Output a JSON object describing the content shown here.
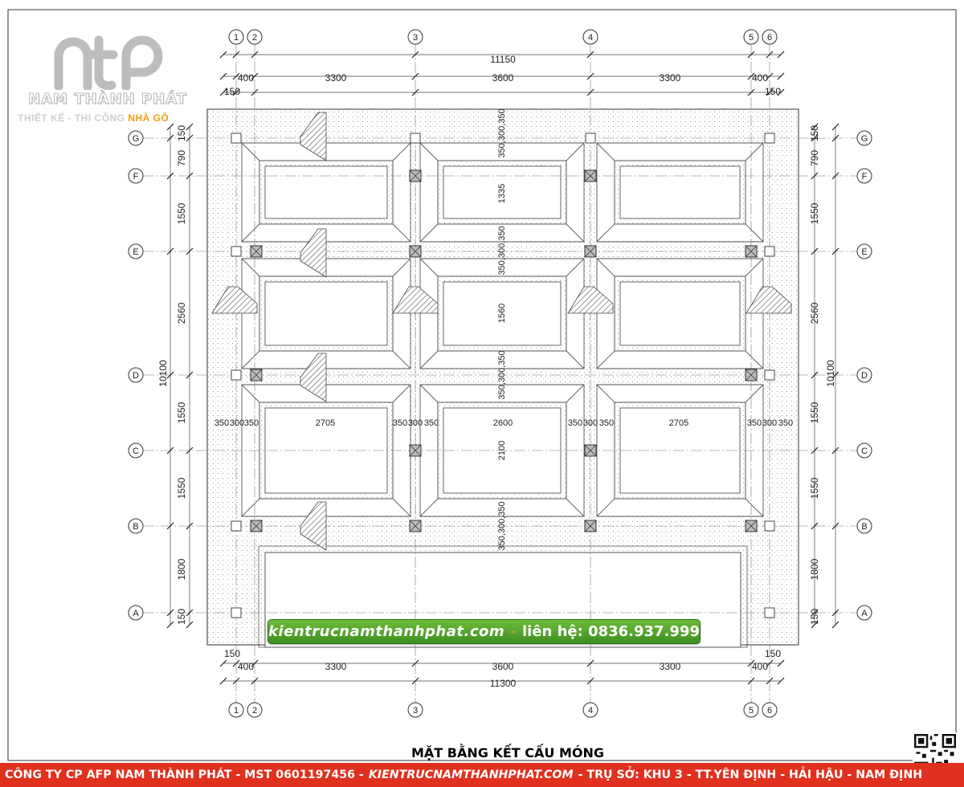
{
  "brand": {
    "name": "NAM THÀNH PHÁT",
    "tagline_prefix": "THIẾT KẾ - THI CÔNG",
    "tagline_highlight": "NHÀ GỖ",
    "logo_letters": "ntp"
  },
  "drawing": {
    "title": "MẶT BẰNG KẾT CẤU MÓNG",
    "grid_columns": [
      "1",
      "2",
      "3",
      "4",
      "5",
      "6"
    ],
    "grid_rows": [
      "G",
      "F",
      "E",
      "D",
      "C",
      "B",
      "A"
    ],
    "dims_top": {
      "total": "11150",
      "spans": [
        "400",
        "3300",
        "3600",
        "3300",
        "400"
      ],
      "edge_left": "150",
      "edge_right": "150"
    },
    "dims_bottom": {
      "total": "11300",
      "spans": [
        "400",
        "3300",
        "3600",
        "3300",
        "400"
      ],
      "edge_left": "150",
      "edge_right": "150"
    },
    "dims_left": {
      "total": "10100",
      "spans": [
        "150",
        "790",
        "1550",
        "2560",
        "1550",
        "1550",
        "1800",
        "150"
      ]
    },
    "dims_right": {
      "total": "10100",
      "spans": [
        "150",
        "790",
        "1550",
        "2560",
        "1550",
        "1550",
        "1800",
        "150"
      ]
    },
    "beam_labels": {
      "v1": "350,300,350",
      "v2": "350,300,350",
      "v3": "350,300,350",
      "v4": "350,300,350"
    },
    "panel_labels": {
      "p1335": "1335",
      "p1560": "1560",
      "p2100": "2100"
    },
    "row_c_dims": [
      "350",
      "300",
      "350",
      "2705",
      "350",
      "300",
      "350",
      "2600",
      "350",
      "300",
      "350",
      "2705",
      "350",
      "300",
      "350"
    ]
  },
  "banner": {
    "website": "kientrucnamthanhphat.com",
    "contact": "liên hệ: 0836.937.999"
  },
  "footer": {
    "company": "CÔNG TY CP AFP NAM THÀNH PHÁT - MST 0601197456 -",
    "website": "KIENTRUCNAMTHANHPHAT.COM",
    "address": "- TRỤ SỞ: KHU 3 - TT.YÊN ĐỊNH - HẢI HẬU - NAM ĐỊNH"
  },
  "colors": {
    "footer": "#e0311f",
    "banner": "#4fa52b",
    "accent": "#f39c12",
    "line": "#555555"
  }
}
